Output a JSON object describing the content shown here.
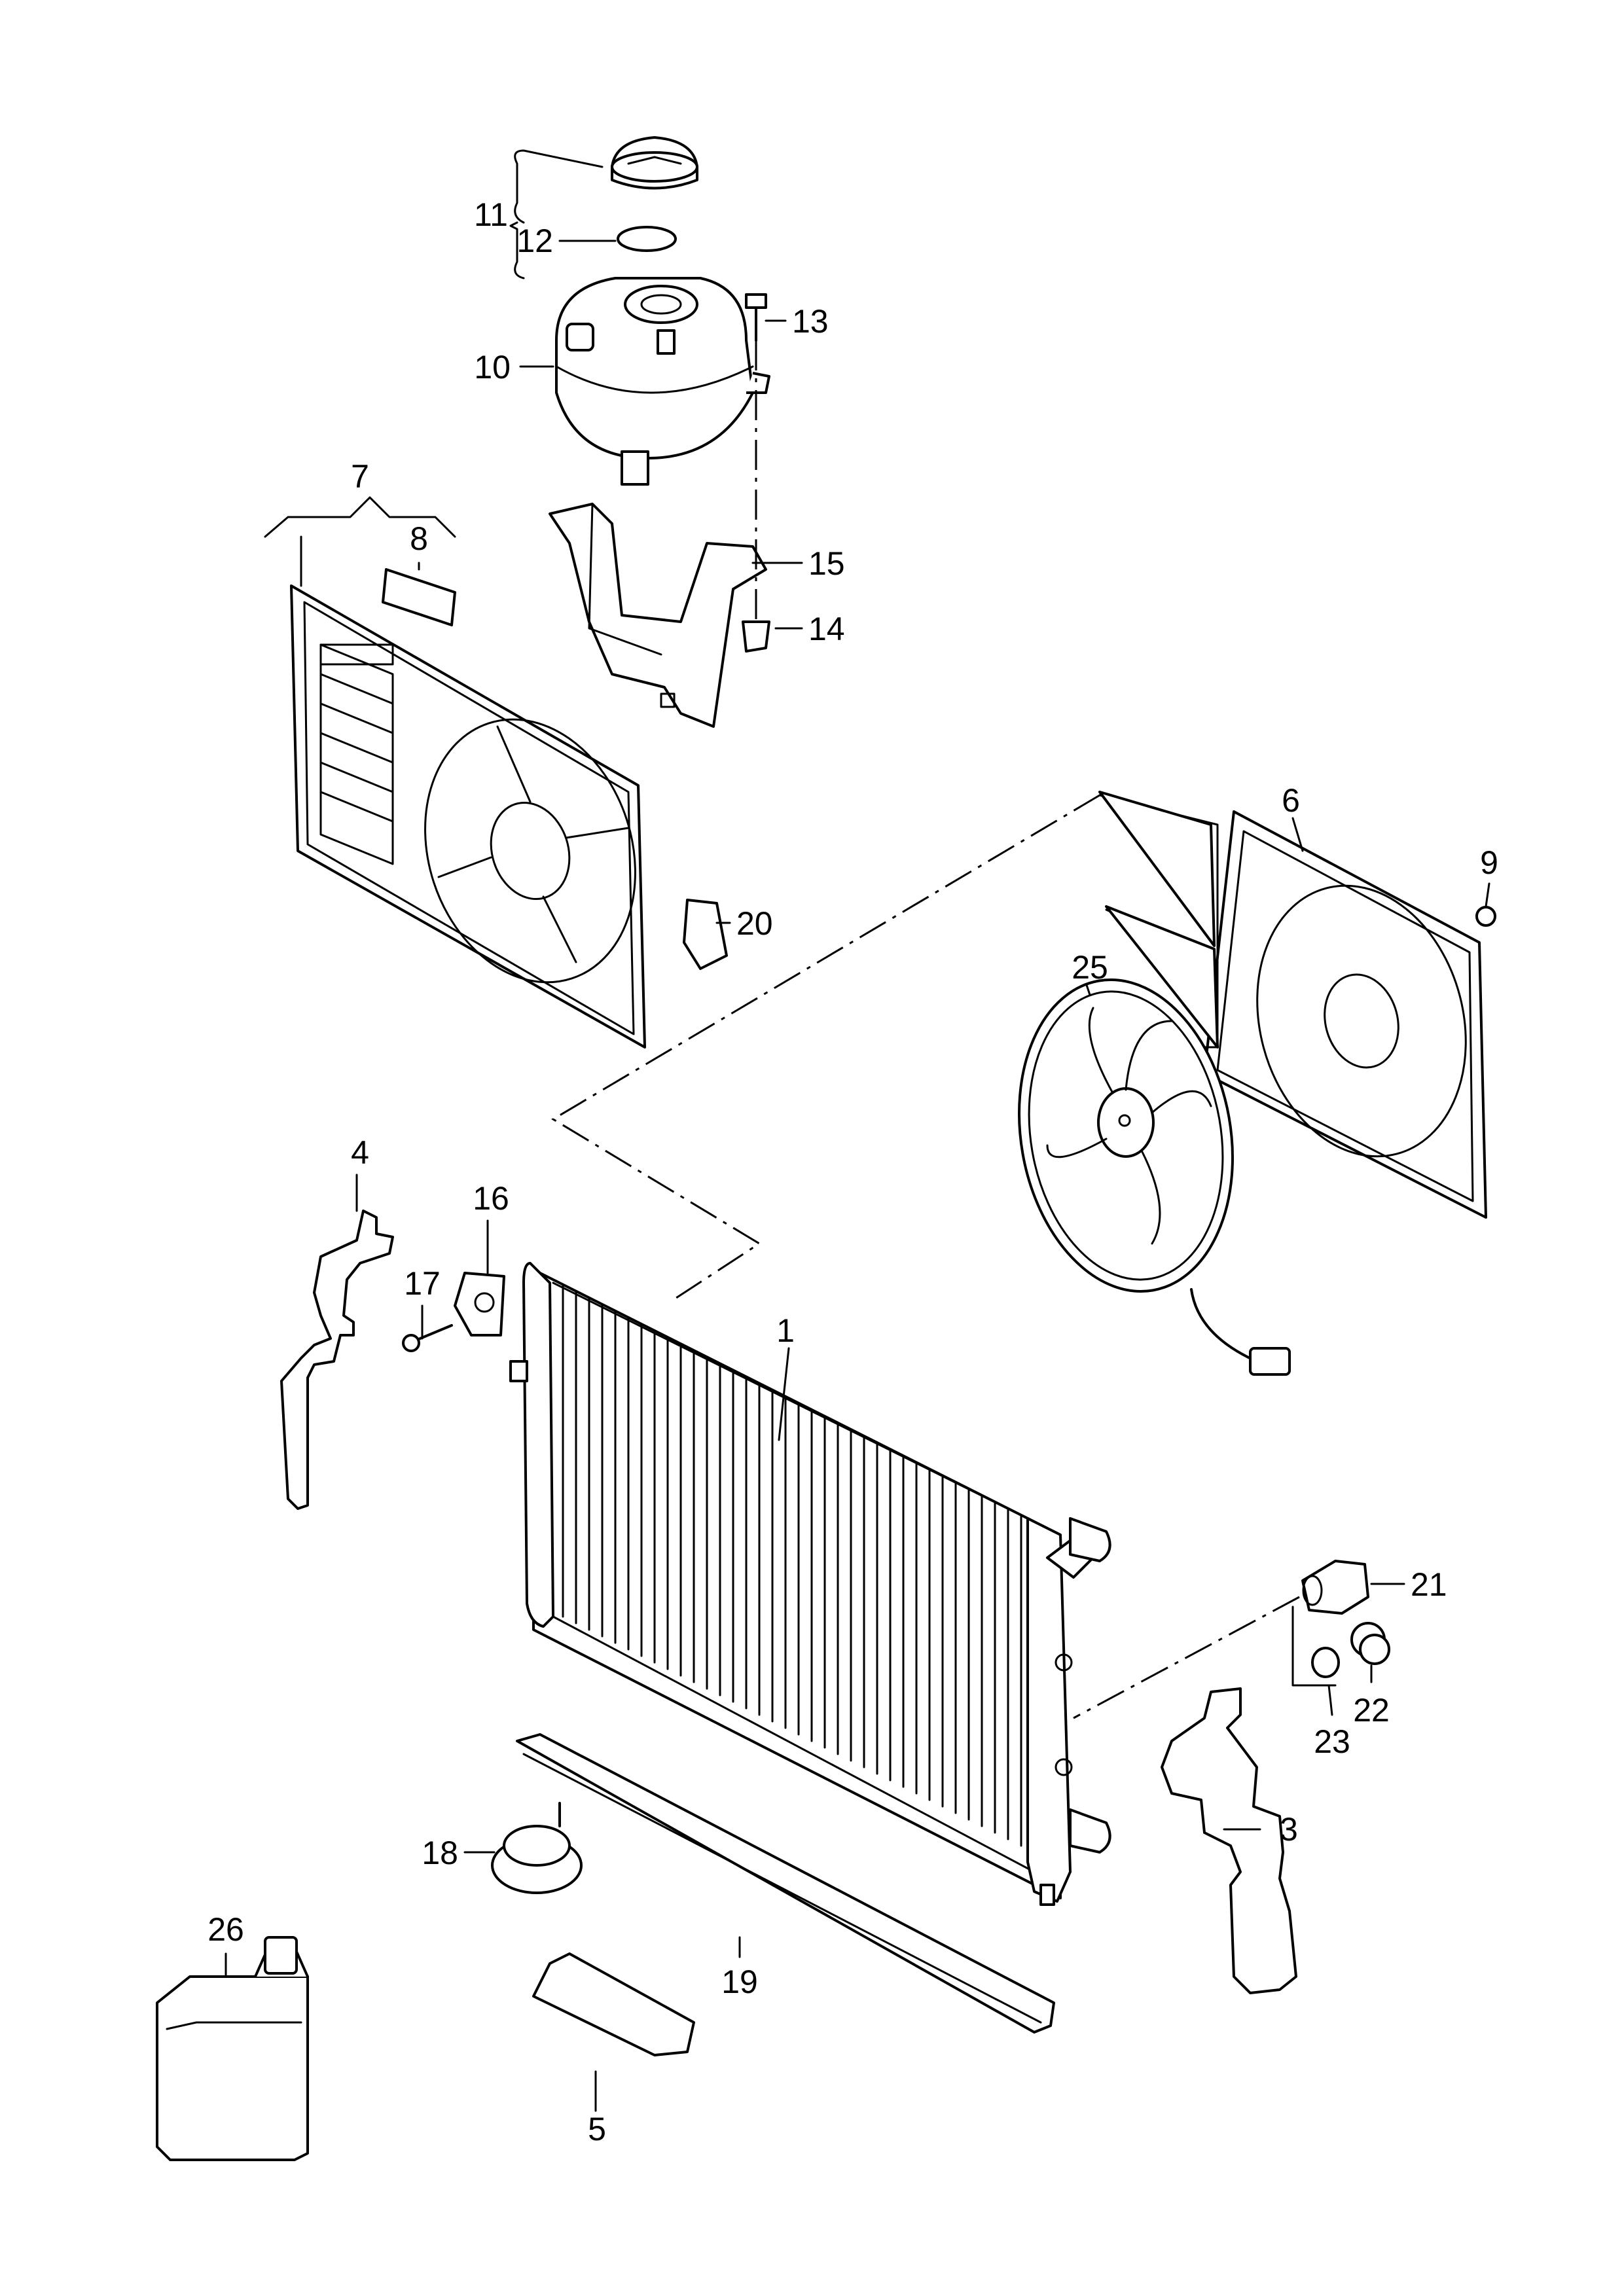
{
  "callouts": {
    "c1": "1",
    "c3": "3",
    "c4": "4",
    "c5": "5",
    "c6": "6",
    "c7": "7",
    "c8": "8",
    "c9": "9",
    "c10": "10",
    "c11": "11",
    "c12": "12",
    "c13": "13",
    "c14": "14",
    "c15": "15",
    "c16": "16",
    "c17": "17",
    "c18": "18",
    "c19": "19",
    "c20": "20",
    "c21": "21",
    "c22": "22",
    "c23": "23",
    "c25": "25",
    "c26": "26"
  }
}
